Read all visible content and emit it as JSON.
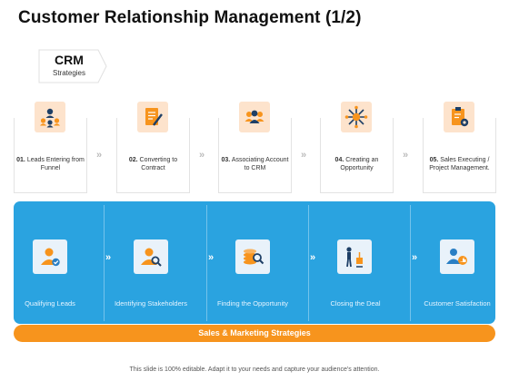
{
  "title": "Customer Relationship Management (1/2)",
  "crm": {
    "heading": "CRM",
    "subheading": "Strategies"
  },
  "steps": [
    {
      "num": "01.",
      "text": "Leads Entering from Funnel",
      "icon": "people-network-icon"
    },
    {
      "num": "02.",
      "text": "Converting to Contract",
      "icon": "contract-pen-icon"
    },
    {
      "num": "03.",
      "text": "Associating Account to CRM",
      "icon": "group-users-icon"
    },
    {
      "num": "04.",
      "text": "Creating an Opportunity",
      "icon": "target-burst-icon"
    },
    {
      "num": "05.",
      "text": "Sales Executing / Project Management.",
      "icon": "clipboard-gear-icon"
    }
  ],
  "bottom_items": [
    {
      "label": "Qualifying Leads",
      "icon": "user-check-icon"
    },
    {
      "label": "Identifying Stakeholders",
      "icon": "user-search-icon"
    },
    {
      "label": "Finding the Opportunity",
      "icon": "coins-magnifier-icon"
    },
    {
      "label": "Closing the Deal",
      "icon": "presentation-icon"
    },
    {
      "label": "Customer Satisfaction",
      "icon": "user-thumbs-up-icon"
    }
  ],
  "chevron": "»",
  "bar_label": "Sales & Marketing Strategies",
  "footer": "This slide is 100% editable. Adapt it to your needs and capture your audience's attention.",
  "colors": {
    "orange": "#f7941d",
    "blue": "#2aa3e0",
    "icon_bg": "#fde3cc",
    "dark_icon": "#1e3f66"
  }
}
